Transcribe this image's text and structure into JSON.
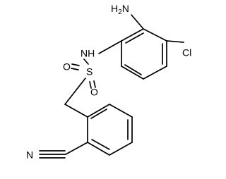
{
  "molecule": {
    "atoms": {
      "amine_n": "H",
      "amine_subscript": "2",
      "amine_n_suffix": "N",
      "nh": "NH",
      "cl": "Cl",
      "s": "S",
      "o_top": "O",
      "o_bottom": "O",
      "nitrile_n": "N"
    }
  }
}
